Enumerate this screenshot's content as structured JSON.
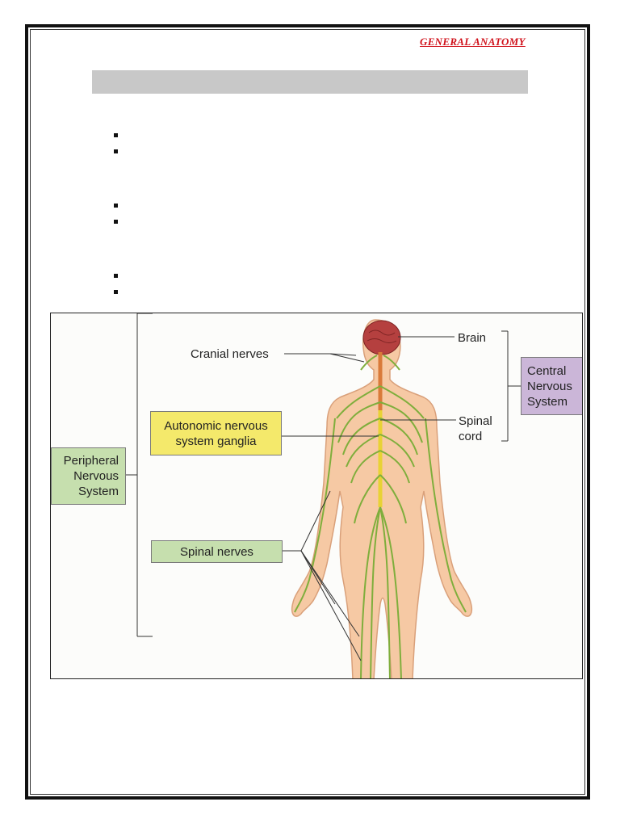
{
  "header": {
    "title": "GENERAL ANATOMY"
  },
  "figure": {
    "labels": {
      "cranial_nerves": "Cranial nerves",
      "brain": "Brain",
      "spinal_cord_line1": "Spinal",
      "spinal_cord_line2": "cord",
      "cns_line1": "Central",
      "cns_line2": "Nervous",
      "cns_line3": "System",
      "pns_line1": "Peripheral",
      "pns_line2": "Nervous",
      "pns_line3": "System",
      "ans_line1": "Autonomic nervous",
      "ans_line2": "system ganglia",
      "spinal_nerves": "Spinal nerves"
    },
    "colors": {
      "skin": "#f6c9a4",
      "skin_outline": "#d9a07a",
      "nerve_green": "#7fae3c",
      "spinal_cord": "#e8d234",
      "brain": "#b5403f",
      "pns_box": "#c6dfae",
      "cns_box": "#cbb6d8",
      "ans_box": "#f4e96b"
    }
  }
}
